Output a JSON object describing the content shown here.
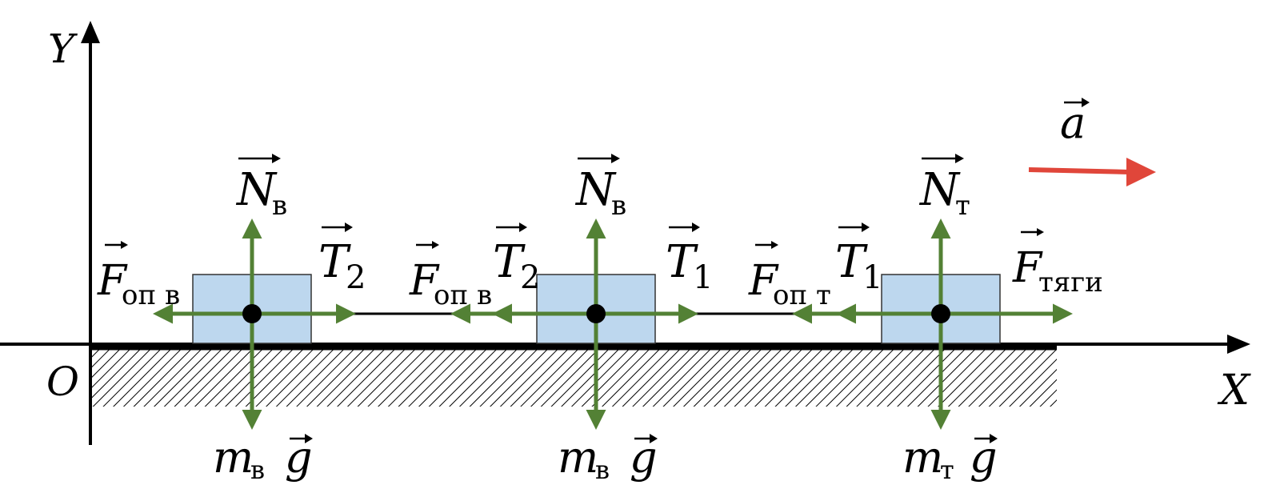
{
  "axes": {
    "y_label": "Y",
    "x_label": "X",
    "origin_label": "O"
  },
  "acceleration": {
    "symbol": "a",
    "color": "#e0463a"
  },
  "colors": {
    "force_arrow": "#538135",
    "block_fill": "#bdd7ee",
    "block_stroke": "#333333",
    "ground_hatch": "#000000"
  },
  "blocks": [
    {
      "normal": {
        "symbol": "N",
        "sub": "в"
      },
      "gravity": {
        "mass": "m",
        "sub": "в",
        "g": "g"
      },
      "friction": {
        "symbol": "F",
        "sub": "оп в"
      },
      "tension_right": {
        "symbol": "T",
        "sub": "2"
      }
    },
    {
      "normal": {
        "symbol": "N",
        "sub": "в"
      },
      "gravity": {
        "mass": "m",
        "sub": "в",
        "g": "g"
      },
      "friction": {
        "symbol": "F",
        "sub": "оп в"
      },
      "tension_left": {
        "symbol": "T",
        "sub": "2"
      },
      "tension_right": {
        "symbol": "T",
        "sub": "1"
      }
    },
    {
      "normal": {
        "symbol": "N",
        "sub": "т"
      },
      "gravity": {
        "mass": "m",
        "sub": "т",
        "g": "g"
      },
      "friction": {
        "symbol": "F",
        "sub": "оп т"
      },
      "tension_left": {
        "symbol": "T",
        "sub": "1"
      },
      "thrust": {
        "symbol": "F",
        "sub": "тяги"
      }
    }
  ]
}
